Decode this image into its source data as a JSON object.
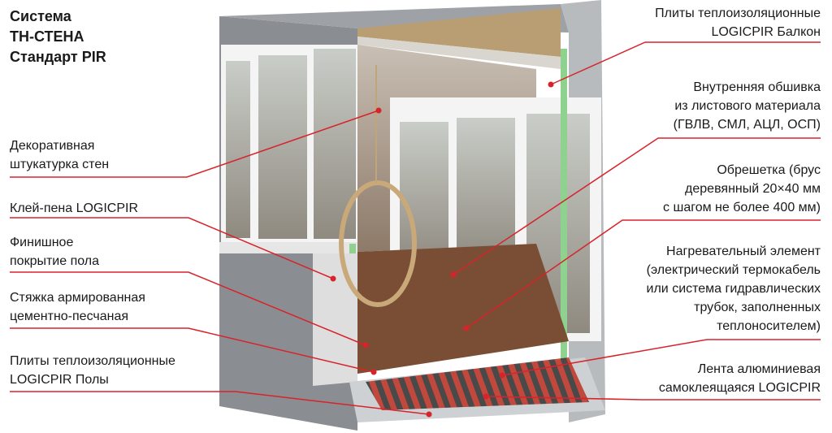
{
  "title": {
    "line1": "Система",
    "line2": "ТН-СТЕНА",
    "line3": "Стандарт PIR"
  },
  "labels_left": [
    {
      "lines": [
        "Декоративная",
        "штукатурка стен"
      ]
    },
    {
      "lines": [
        "Клей-пена LOGICPIR"
      ]
    },
    {
      "lines": [
        "Финишное",
        "покрытие пола"
      ]
    },
    {
      "lines": [
        "Стяжка армированная",
        "цементно-песчаная"
      ]
    },
    {
      "lines": [
        "Плиты теплоизоляционные",
        "LOGICPIR Полы"
      ]
    }
  ],
  "labels_right": [
    {
      "lines": [
        "Плиты теплоизоляционные",
        "LOGICPIR Балкон"
      ]
    },
    {
      "lines": [
        "Внутренняя обшивка",
        "из листового материала",
        "(ГВЛВ, СМЛ, АЦЛ, ОСП)"
      ]
    },
    {
      "lines": [
        "Обрешетка (брус",
        "деревянный 20×40 мм",
        "с шагом не более 400 мм)"
      ]
    },
    {
      "lines": [
        "Нагревательный элемент",
        "(электрический термокабель",
        "или система гидравлических",
        "трубок, заполненных",
        "теплоносителем)"
      ]
    },
    {
      "lines": [
        "Лента алюминиевая",
        "самоклеящаяся LOGICPIR"
      ]
    }
  ],
  "colors": {
    "leader": "#d8232a",
    "marker": "#d8232a",
    "insulation": "#8fd18f",
    "wall": "#8a8d91",
    "frame": "#f4f4f4",
    "floor": "#7a4e34"
  }
}
